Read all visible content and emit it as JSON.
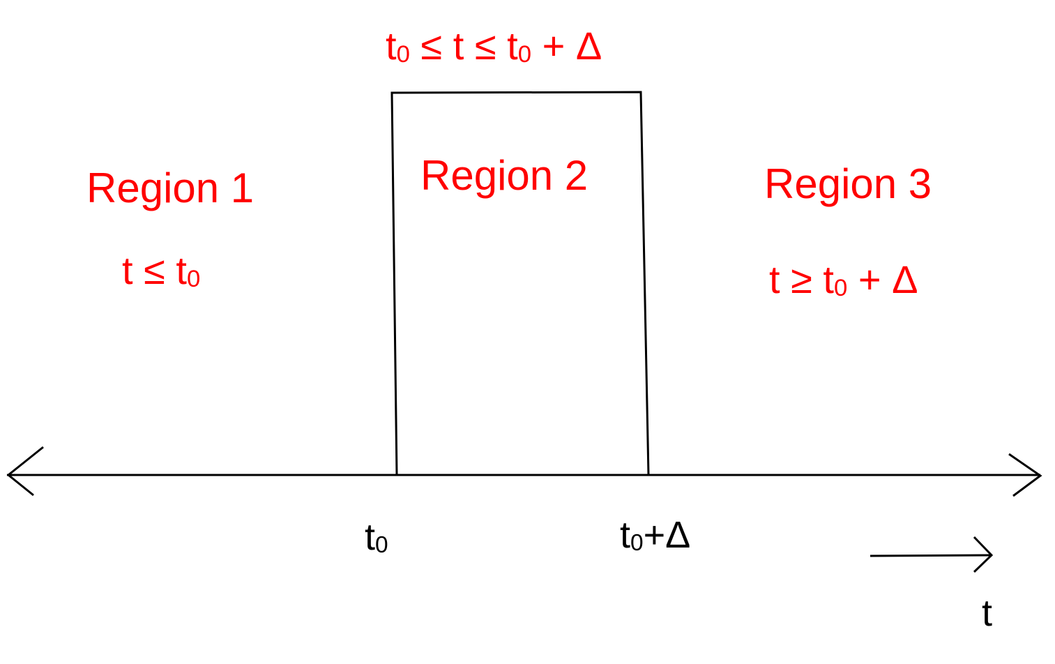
{
  "regions": [
    {
      "name": "Region 1",
      "condition": {
        "a": "t ≤ t",
        "a_sub": "0"
      }
    },
    {
      "name": "Region 2",
      "condition": {
        "a": "t",
        "a_sub": "0",
        "b": " ≤ t ≤ t",
        "b_sub": "0",
        "c": " + Δ"
      }
    },
    {
      "name": "Region 3",
      "condition": {
        "a": "t ≥ t",
        "a_sub": "0",
        "b": " + Δ"
      }
    }
  ],
  "axis": {
    "ticks": [
      {
        "base": "t",
        "sub": "0",
        "suffix": ""
      },
      {
        "base": "t",
        "sub": "0",
        "suffix": "+Δ"
      }
    ],
    "direction_label": "t"
  },
  "colors": {
    "label": "#ff0000",
    "line": "#000000"
  }
}
